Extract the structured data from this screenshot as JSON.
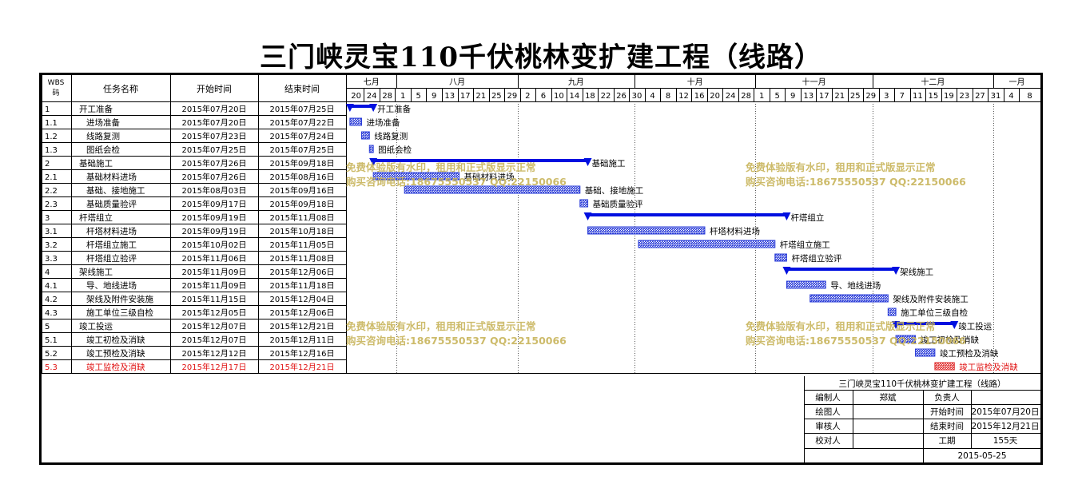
{
  "title": "三门峡灵宝110千伏桃林变扩建工程（线路）",
  "headers": {
    "wbs": "WBS码",
    "name": "任务名称",
    "start": "开始时间",
    "end": "结束时间"
  },
  "months": [
    "七月",
    "八月",
    "九月",
    "十月",
    "十一月",
    "十二月",
    "一月"
  ],
  "day_ticks": [
    "20",
    "24",
    "28",
    "1",
    "5",
    "9",
    "13",
    "17",
    "21",
    "25",
    "29",
    "2",
    "6",
    "10",
    "14",
    "18",
    "22",
    "26",
    "30",
    "4",
    "8",
    "12",
    "16",
    "20",
    "24",
    "28",
    "1",
    "5",
    "9",
    "13",
    "17",
    "21",
    "25",
    "29",
    "3",
    "7",
    "11",
    "15",
    "19",
    "23",
    "27",
    "31",
    "4",
    "8"
  ],
  "watermark": {
    "line1": "免费体验版有水印，租用和正式版显示正常",
    "line2": "购买咨询电话:18675550537 QQ:22150066",
    "color": "#c8b45a"
  },
  "colors": {
    "bar": "#2a3cd8",
    "summary": "#0010e0",
    "highlight": "#e03030",
    "highlight_text": "#e01010"
  },
  "info": {
    "project": "三门峡灵宝110千伏桃林变扩建工程（线路）",
    "compiler_label": "编制人",
    "compiler": "郑斌",
    "owner_label": "负责人",
    "owner": "",
    "drafter_label": "绘图人",
    "start_label": "开始时间",
    "start": "2015年07月20日",
    "reviewer_label": "审核人",
    "end_label": "结束时间",
    "end": "2015年12月21日",
    "checker_label": "校对人",
    "duration_label": "工期",
    "duration": "155天",
    "date": "2015-05-25"
  },
  "chart_data": {
    "type": "gantt",
    "x_range": [
      "2015-07-19",
      "2016-01-09"
    ],
    "tasks": [
      {
        "wbs": "1",
        "name": "开工准备",
        "start": "2015年07月20日",
        "end": "2015年07月25日",
        "s": "2015-07-20",
        "e": "2015-07-25",
        "kind": "summary",
        "label": "开工准备"
      },
      {
        "wbs": "1.1",
        "name": "进场准备",
        "start": "2015年07月20日",
        "end": "2015年07月22日",
        "s": "2015-07-20",
        "e": "2015-07-22",
        "kind": "task",
        "label": "进场准备"
      },
      {
        "wbs": "1.2",
        "name": "线路复测",
        "start": "2015年07月23日",
        "end": "2015年07月24日",
        "s": "2015-07-23",
        "e": "2015-07-24",
        "kind": "task",
        "label": "线路复测"
      },
      {
        "wbs": "1.3",
        "name": "图纸会检",
        "start": "2015年07月25日",
        "end": "2015年07月25日",
        "s": "2015-07-25",
        "e": "2015-07-25",
        "kind": "task",
        "label": "图纸会检"
      },
      {
        "wbs": "2",
        "name": "基础施工",
        "start": "2015年07月26日",
        "end": "2015年09月18日",
        "s": "2015-07-26",
        "e": "2015-09-18",
        "kind": "summary",
        "label": "基础施工"
      },
      {
        "wbs": "2.1",
        "name": "基础材料进场",
        "start": "2015年07月26日",
        "end": "2015年08月16日",
        "s": "2015-07-26",
        "e": "2015-08-16",
        "kind": "task",
        "label": "基础材料进场"
      },
      {
        "wbs": "2.2",
        "name": "基础、接地施工",
        "start": "2015年08月03日",
        "end": "2015年09月16日",
        "s": "2015-08-03",
        "e": "2015-09-16",
        "kind": "task",
        "label": "基础、接地施工"
      },
      {
        "wbs": "2.3",
        "name": "基础质量验评",
        "start": "2015年09月17日",
        "end": "2015年09月18日",
        "s": "2015-09-17",
        "e": "2015-09-18",
        "kind": "task",
        "label": "基础质量验评"
      },
      {
        "wbs": "3",
        "name": "杆塔组立",
        "start": "2015年09月19日",
        "end": "2015年11月08日",
        "s": "2015-09-19",
        "e": "2015-11-08",
        "kind": "summary",
        "label": "杆塔组立"
      },
      {
        "wbs": "3.1",
        "name": "杆塔材料进场",
        "start": "2015年09月19日",
        "end": "2015年10月18日",
        "s": "2015-09-19",
        "e": "2015-10-18",
        "kind": "task",
        "label": "杆塔材料进场"
      },
      {
        "wbs": "3.2",
        "name": "杆塔组立施工",
        "start": "2015年10月02日",
        "end": "2015年11月05日",
        "s": "2015-10-02",
        "e": "2015-11-05",
        "kind": "task",
        "label": "杆塔组立施工"
      },
      {
        "wbs": "3.3",
        "name": "杆塔组立验评",
        "start": "2015年11月06日",
        "end": "2015年11月08日",
        "s": "2015-11-06",
        "e": "2015-11-08",
        "kind": "task",
        "label": "杆塔组立验评"
      },
      {
        "wbs": "4",
        "name": "架线施工",
        "start": "2015年11月09日",
        "end": "2015年12月06日",
        "s": "2015-11-09",
        "e": "2015-12-06",
        "kind": "summary",
        "label": "架线施工"
      },
      {
        "wbs": "4.1",
        "name": "导、地线进场",
        "start": "2015年11月09日",
        "end": "2015年11月18日",
        "s": "2015-11-09",
        "e": "2015-11-18",
        "kind": "task",
        "label": "导、地线进场"
      },
      {
        "wbs": "4.2",
        "name": "架线及附件安装施",
        "start": "2015年11月15日",
        "end": "2015年12月04日",
        "s": "2015-11-15",
        "e": "2015-12-04",
        "kind": "task",
        "label": "架线及附件安装施工"
      },
      {
        "wbs": "4.3",
        "name": "施工单位三级自检",
        "start": "2015年12月05日",
        "end": "2015年12月06日",
        "s": "2015-12-05",
        "e": "2015-12-06",
        "kind": "task",
        "label": "施工单位三级自检"
      },
      {
        "wbs": "5",
        "name": "竣工投运",
        "start": "2015年12月07日",
        "end": "2015年12月21日",
        "s": "2015-12-07",
        "e": "2015-12-21",
        "kind": "summary",
        "label": "竣工投运"
      },
      {
        "wbs": "5.1",
        "name": "竣工初检及消缺",
        "start": "2015年12月07日",
        "end": "2015年12月11日",
        "s": "2015-12-07",
        "e": "2015-12-11",
        "kind": "task",
        "label": "竣工初检及消缺"
      },
      {
        "wbs": "5.2",
        "name": "竣工预检及消缺",
        "start": "2015年12月12日",
        "end": "2015年12月16日",
        "s": "2015-12-12",
        "e": "2015-12-16",
        "kind": "task",
        "label": "竣工预检及消缺"
      },
      {
        "wbs": "5.3",
        "name": "竣工监检及消缺",
        "start": "2015年12月17日",
        "end": "2015年12月21日",
        "s": "2015-12-17",
        "e": "2015-12-21",
        "kind": "task",
        "highlight": true,
        "label": "竣工监检及消缺"
      }
    ]
  }
}
